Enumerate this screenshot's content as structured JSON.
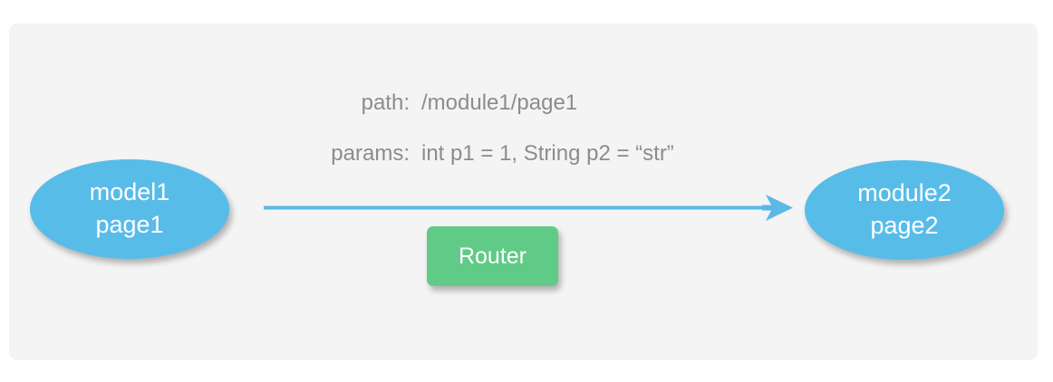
{
  "diagram": {
    "panel": {
      "background_color": "#f4f4f4"
    },
    "nodes": [
      {
        "id": "source-node",
        "shape": "ellipse",
        "color": "#58bce9",
        "line1": "model1",
        "line2": "page1"
      },
      {
        "id": "target-node",
        "shape": "ellipse",
        "color": "#58bce9",
        "line1": "module2",
        "line2": "page2"
      }
    ],
    "router": {
      "label": "Router",
      "color": "#5fcb86"
    },
    "arrow": {
      "direction": "left-to-right",
      "color": "#5bb8e8"
    },
    "annotations": [
      {
        "key": "path:",
        "value": "/module1/page1"
      },
      {
        "key": "params:",
        "value": "int p1 = 1, String p2 = “str”"
      }
    ]
  }
}
